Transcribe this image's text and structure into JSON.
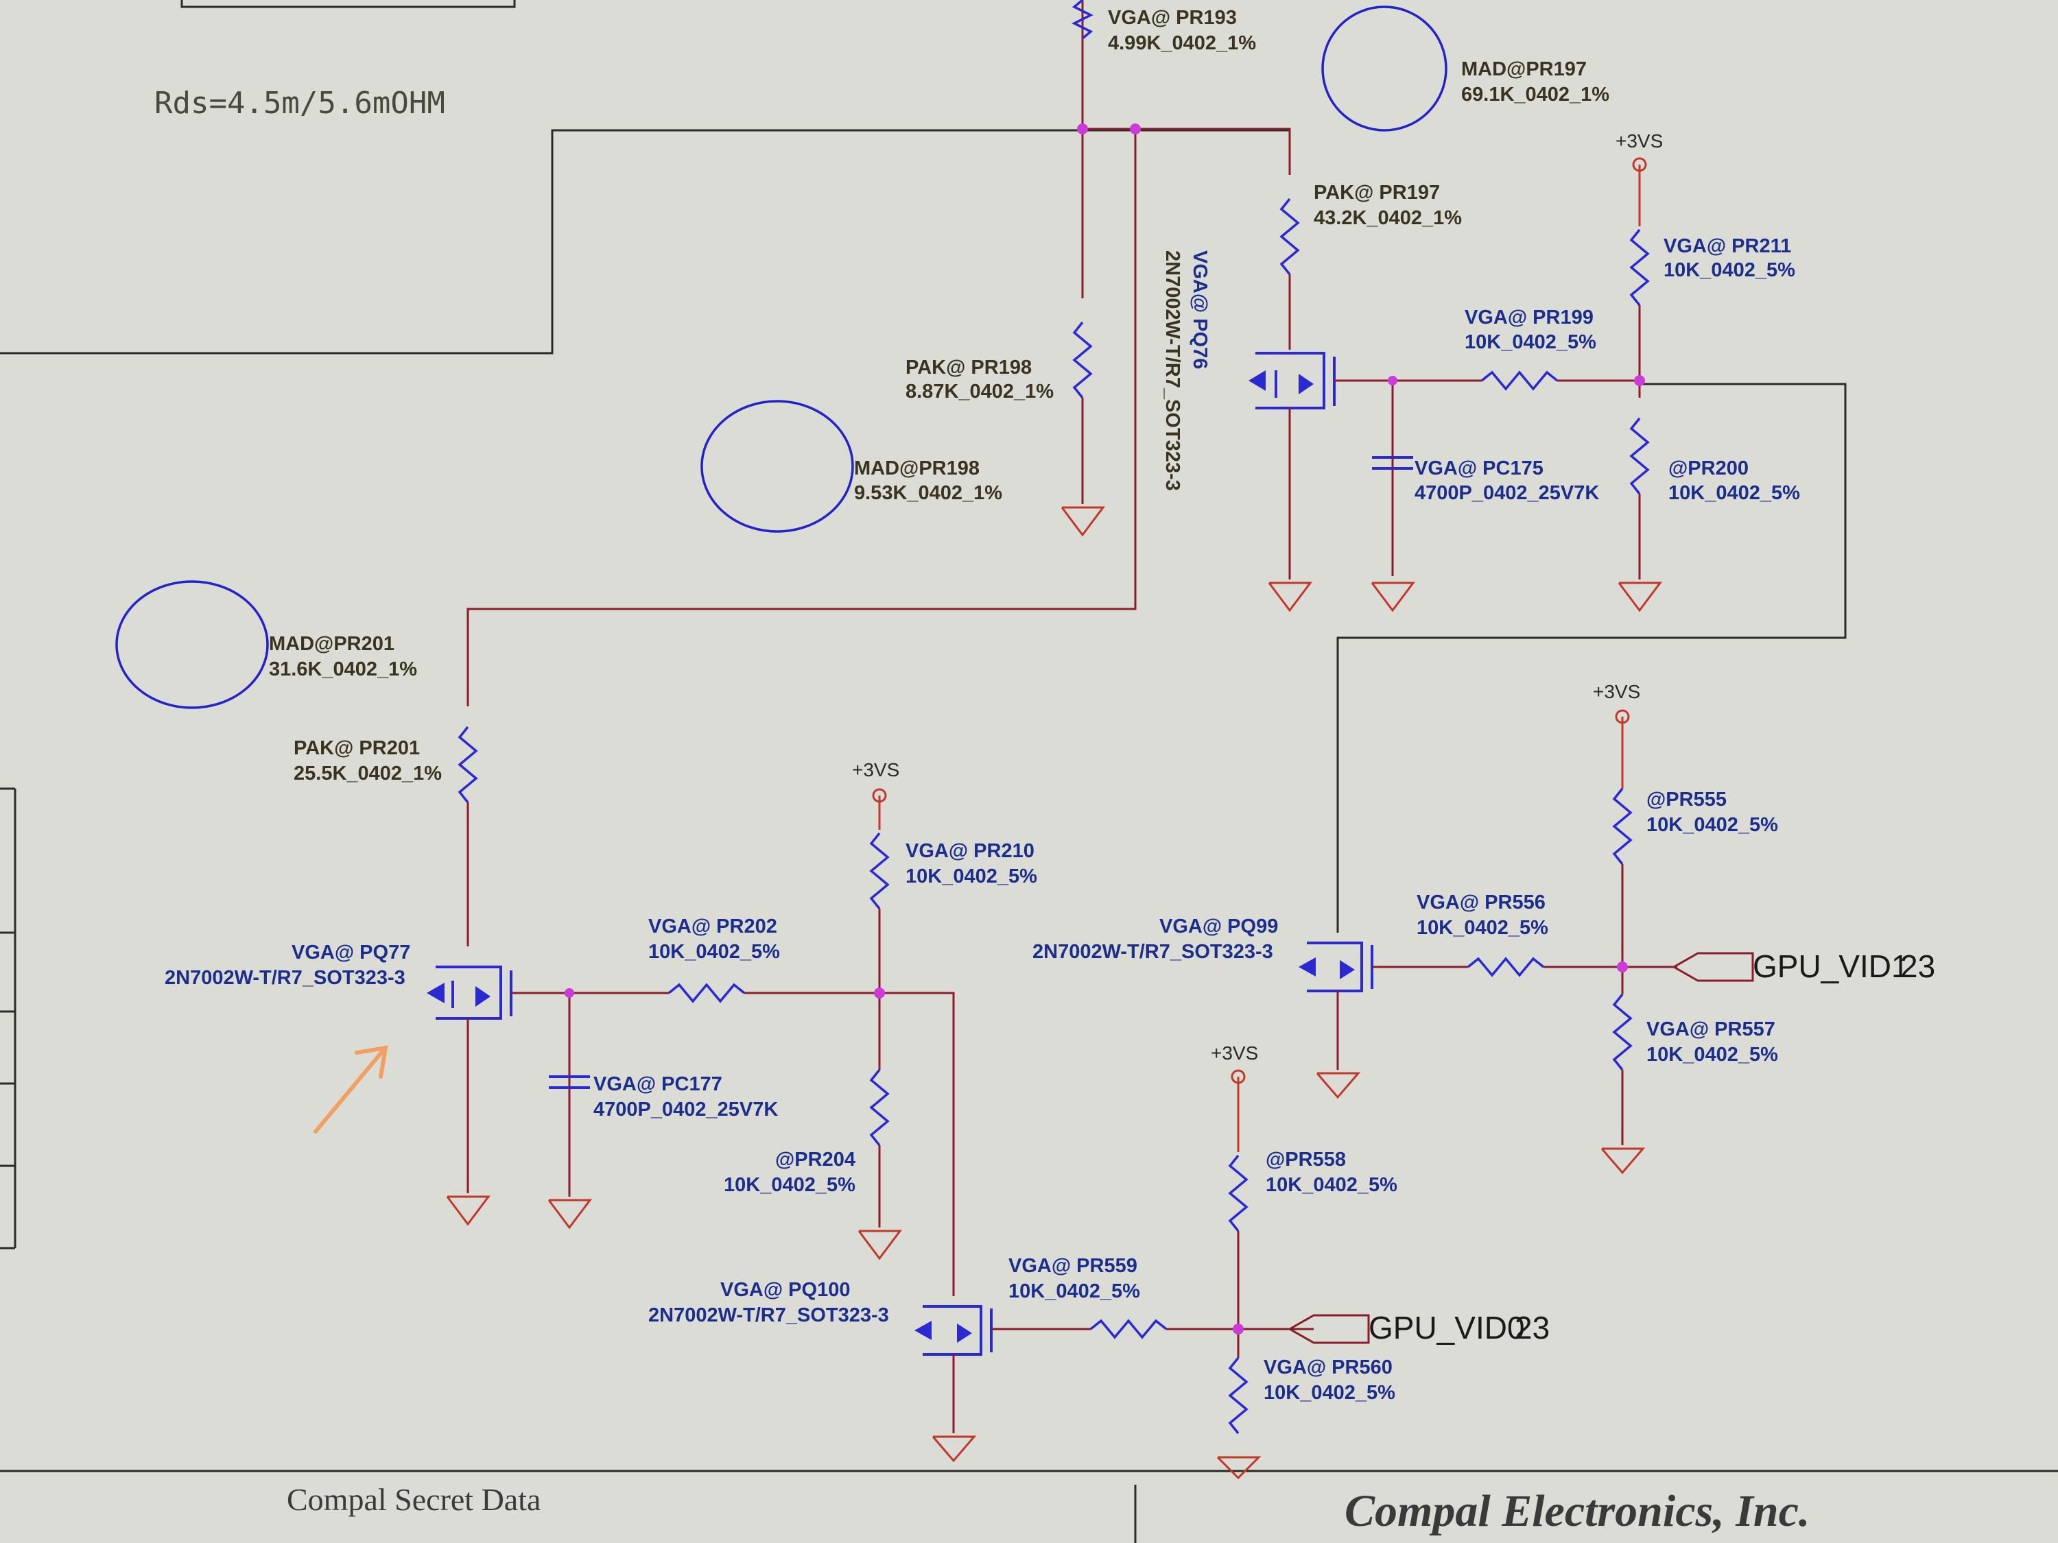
{
  "note": {
    "rds": "Rds=4.5m/5.6mOHM"
  },
  "ports": {
    "gpu_vid1": {
      "name": "GPU_VID1",
      "ref": "23"
    },
    "gpu_vid0": {
      "name": "GPU_VID0",
      "ref": "23"
    }
  },
  "rails": {
    "v3vs": "+3VS"
  },
  "resistors": {
    "pr193": {
      "ref": "VGA@ PR193",
      "val": "4.99K_0402_1%"
    },
    "pr197_mad": {
      "ref": "MAD@PR197",
      "val": "69.1K_0402_1%"
    },
    "pr197_pak": {
      "ref": "PAK@ PR197",
      "val": "43.2K_0402_1%"
    },
    "pr211": {
      "ref": "VGA@ PR211",
      "val": "10K_0402_5%"
    },
    "pr199": {
      "ref": "VGA@ PR199",
      "val": "10K_0402_5%"
    },
    "pr198_pak": {
      "ref": "PAK@ PR198",
      "val": "8.87K_0402_1%"
    },
    "pr198_mad": {
      "ref": "MAD@PR198",
      "val": "9.53K_0402_1%"
    },
    "pr200": {
      "ref": "@PR200",
      "val": "10K_0402_5%"
    },
    "pr201_mad": {
      "ref": "MAD@PR201",
      "val": "31.6K_0402_1%"
    },
    "pr201_pak": {
      "ref": "PAK@ PR201",
      "val": "25.5K_0402_1%"
    },
    "pr210": {
      "ref": "VGA@ PR210",
      "val": "10K_0402_5%"
    },
    "pr202": {
      "ref": "VGA@ PR202",
      "val": "10K_0402_5%"
    },
    "pr204": {
      "ref": "@PR204",
      "val": "10K_0402_5%"
    },
    "pr555": {
      "ref": "@PR555",
      "val": "10K_0402_5%"
    },
    "pr556": {
      "ref": "VGA@ PR556",
      "val": "10K_0402_5%"
    },
    "pr557": {
      "ref": "VGA@ PR557",
      "val": "10K_0402_5%"
    },
    "pr558": {
      "ref": "@PR558",
      "val": "10K_0402_5%"
    },
    "pr559": {
      "ref": "VGA@ PR559",
      "val": "10K_0402_5%"
    },
    "pr560": {
      "ref": "VGA@ PR560",
      "val": "10K_0402_5%"
    }
  },
  "capacitors": {
    "pc175": {
      "ref": "VGA@ PC175",
      "val": "4700P_0402_25V7K"
    },
    "pc177": {
      "ref": "VGA@ PC177",
      "val": "4700P_0402_25V7K"
    }
  },
  "transistors": {
    "pq76": {
      "ref": "VGA@ PQ76",
      "val": "2N7002W-T/R7_SOT323-3"
    },
    "pq77": {
      "ref": "VGA@ PQ77",
      "val": "2N7002W-T/R7_SOT323-3"
    },
    "pq99": {
      "ref": "VGA@ PQ99",
      "val": "2N7002W-T/R7_SOT323-3"
    },
    "pq100": {
      "ref": "VGA@ PQ100",
      "val": "2N7002W-T/R7_SOT323-3"
    }
  },
  "footer": {
    "left": "Compal Secret Data",
    "right": "Compal Electronics, Inc."
  },
  "colors": {
    "wire": "#8a1d2a",
    "component": "#2a2ad0",
    "junction": "#cc3bd8",
    "ground": "#c0392b",
    "background": "#dcdcd6"
  }
}
